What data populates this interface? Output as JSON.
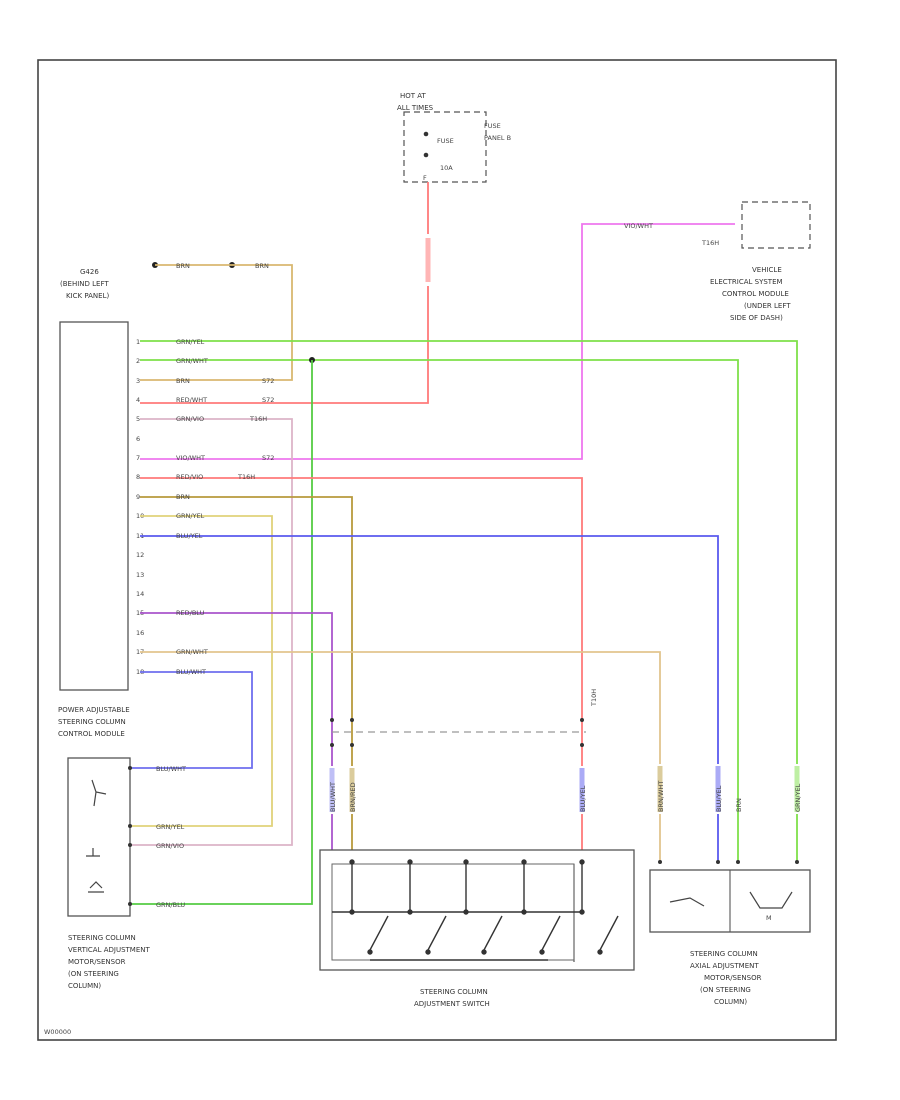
{
  "page_ref": "W00000",
  "hot_at": {
    "line1": "HOT AT",
    "line2": "ALL TIMES"
  },
  "fuse": {
    "label": "FUSE",
    "amp": "10A",
    "panel_line1": "FUSE",
    "panel_line2": "PANEL B",
    "pin": "F"
  },
  "ground": {
    "label": "G426",
    "line1": "(BEHIND LEFT",
    "line2": "KICK PANEL)",
    "wire_a": "BRN",
    "wire_b": "BRN"
  },
  "vesc": {
    "line1": "VEHICLE",
    "line2": "ELECTRICAL SYSTEM",
    "line3": "CONTROL MODULE",
    "line4": "(UNDER LEFT",
    "line5": "SIDE OF DASH)",
    "connector": "T16H",
    "wire": "VIO/WHT"
  },
  "module": {
    "line1": "POWER ADJUSTABLE",
    "line2": "STEERING COLUMN",
    "line3": "CONTROL MODULE"
  },
  "pins": {
    "p1": "1",
    "p2": "2",
    "p3": "3",
    "p4": "4",
    "p5": "5",
    "p6": "6",
    "p7": "7",
    "p8": "8",
    "p9": "9",
    "p10": "10",
    "p11": "11",
    "p12": "12",
    "p13": "13",
    "p14": "14",
    "p15": "15",
    "p16": "16",
    "p17": "17",
    "p18": "18"
  },
  "wires": {
    "w1": "GRN/YEL",
    "w2": "GRN/WHT",
    "w3": "BRN",
    "w4": "RED/WHT",
    "w5": "GRN/VIO",
    "w7": "VIO/WHT",
    "w8": "RED/VIO",
    "w9": "BRN",
    "w10": "GRN/YEL",
    "w11": "BLU/YEL",
    "w15": "RED/BLU",
    "w17": "GRN/WHT",
    "w18": "BLU/WHT"
  },
  "splices": {
    "s1": "S72",
    "s2": "S72",
    "s3": "S72",
    "c1": "T16H",
    "c2": "T16H",
    "c3": "T10H"
  },
  "vert_motor": {
    "line1": "STEERING COLUMN",
    "line2": "VERTICAL ADJUSTMENT",
    "line3": "MOTOR/SENSOR",
    "line4": "(ON STEERING",
    "line5": "COLUMN)",
    "wire_top": "BLU/WHT",
    "wire_mid": "GRN/YEL",
    "wire_low": "GRN/VIO",
    "wire_bot": "GRN/BLU"
  },
  "switch": {
    "line1": "STEERING COLUMN",
    "line2": "ADJUSTMENT SWITCH",
    "drop1": "BLU/WHT",
    "drop2": "BRN/RED",
    "drop3": "BLU/YEL"
  },
  "axial_motor": {
    "line1": "STEERING COLUMN",
    "line2": "AXIAL ADJUSTMENT",
    "line3": "MOTOR/SENSOR",
    "line4": "(ON STEERING",
    "line5": "COLUMN)",
    "drop1": "BRN/WHT",
    "drop2": "BLU/YEL",
    "drop3": "BRN",
    "drop4": "GRN/YEL"
  },
  "colors": {
    "green": "#7fe04a",
    "green2": "#55cc44",
    "tan": "#d9b870",
    "brown": "#b89a3c",
    "red": "#ff7a7a",
    "pink": "#ee77ee",
    "blue": "#5a5aee",
    "purple": "#aa55cc",
    "border": "#444444"
  }
}
